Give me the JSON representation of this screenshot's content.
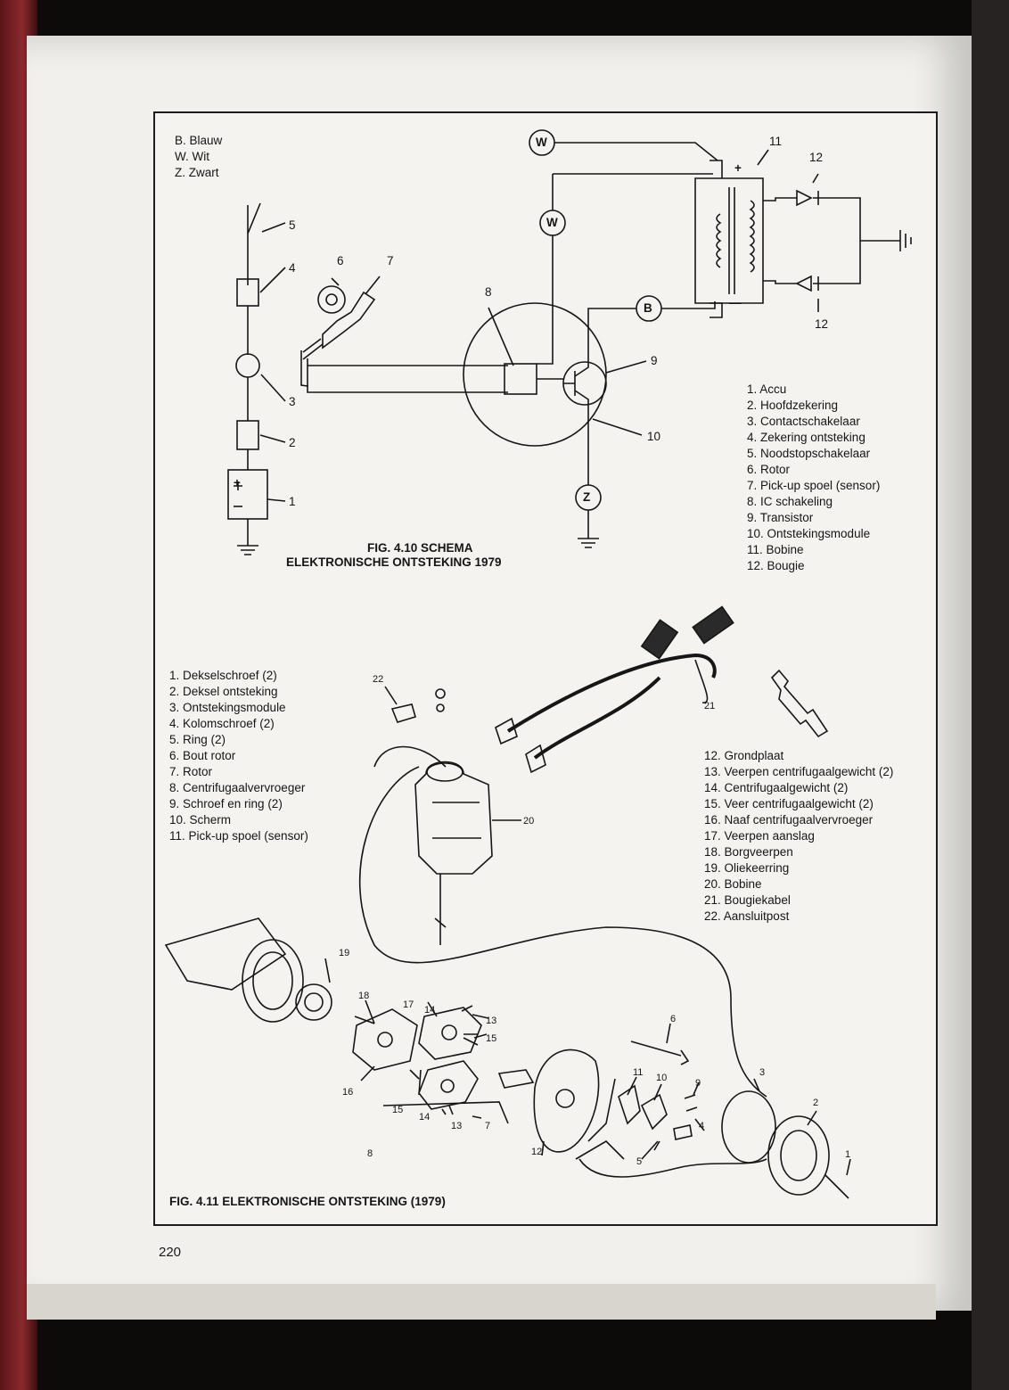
{
  "color_legend": [
    {
      "code": "B.",
      "name": "Blauw"
    },
    {
      "code": "W.",
      "name": "Wit"
    },
    {
      "code": "Z.",
      "name": "Zwart"
    }
  ],
  "schematic_terminals": [
    "W",
    "W",
    "B",
    "Z"
  ],
  "schematic_callouts": [
    "1",
    "2",
    "3",
    "4",
    "5",
    "6",
    "7",
    "8",
    "9",
    "10",
    "11",
    "12",
    "12"
  ],
  "schematic_symbols": [
    "+",
    "+",
    "—"
  ],
  "fig_410": {
    "line1": "FIG. 4.10 SCHEMA",
    "line2": "ELEKTRONISCHE ONTSTEKING 1979"
  },
  "legend_410": [
    "1. Accu",
    "2. Hoofdzekering",
    "3. Contactschakelaar",
    "4. Zekering ontsteking",
    "5. Noodstopschakelaar",
    "6. Rotor",
    "7. Pick-up spoel (sensor)",
    "8. IC schakeling",
    "9. Transistor",
    "10. Ontstekingsmodule",
    "11. Bobine",
    "12. Bougie"
  ],
  "legend_411_left": [
    "1. Dekselschroef (2)",
    "2. Deksel ontsteking",
    "3. Ontstekingsmodule",
    "4. Kolomschroef (2)",
    "5. Ring (2)",
    "6. Bout rotor",
    "7. Rotor",
    "8. Centrifugaalvervroeger",
    "9. Schroef en ring (2)",
    "10. Scherm",
    "11. Pick-up spoel (sensor)"
  ],
  "legend_411_right": [
    "12. Grondplaat",
    "13. Veerpen centrifugaalgewicht (2)",
    "14. Centrifugaalgewicht (2)",
    "15. Veer centrifugaalgewicht (2)",
    "16. Naaf centrifugaalvervroeger",
    "17. Veerpen aanslag",
    "18. Borgveerpen",
    "19. Oliekeerring",
    "20. Bobine",
    "21. Bougiekabel",
    "22. Aansluitpost"
  ],
  "exploded_callouts": [
    "22",
    "21",
    "20",
    "19",
    "18",
    "17",
    "14",
    "13",
    "15",
    "16",
    "15",
    "14",
    "13",
    "7",
    "8",
    "6",
    "11",
    "10",
    "9",
    "4",
    "5",
    "12",
    "3",
    "2",
    "1"
  ],
  "fig_411": "FIG. 4.11 ELEKTRONISCHE ONTSTEKING (1979)",
  "page_number": "220"
}
